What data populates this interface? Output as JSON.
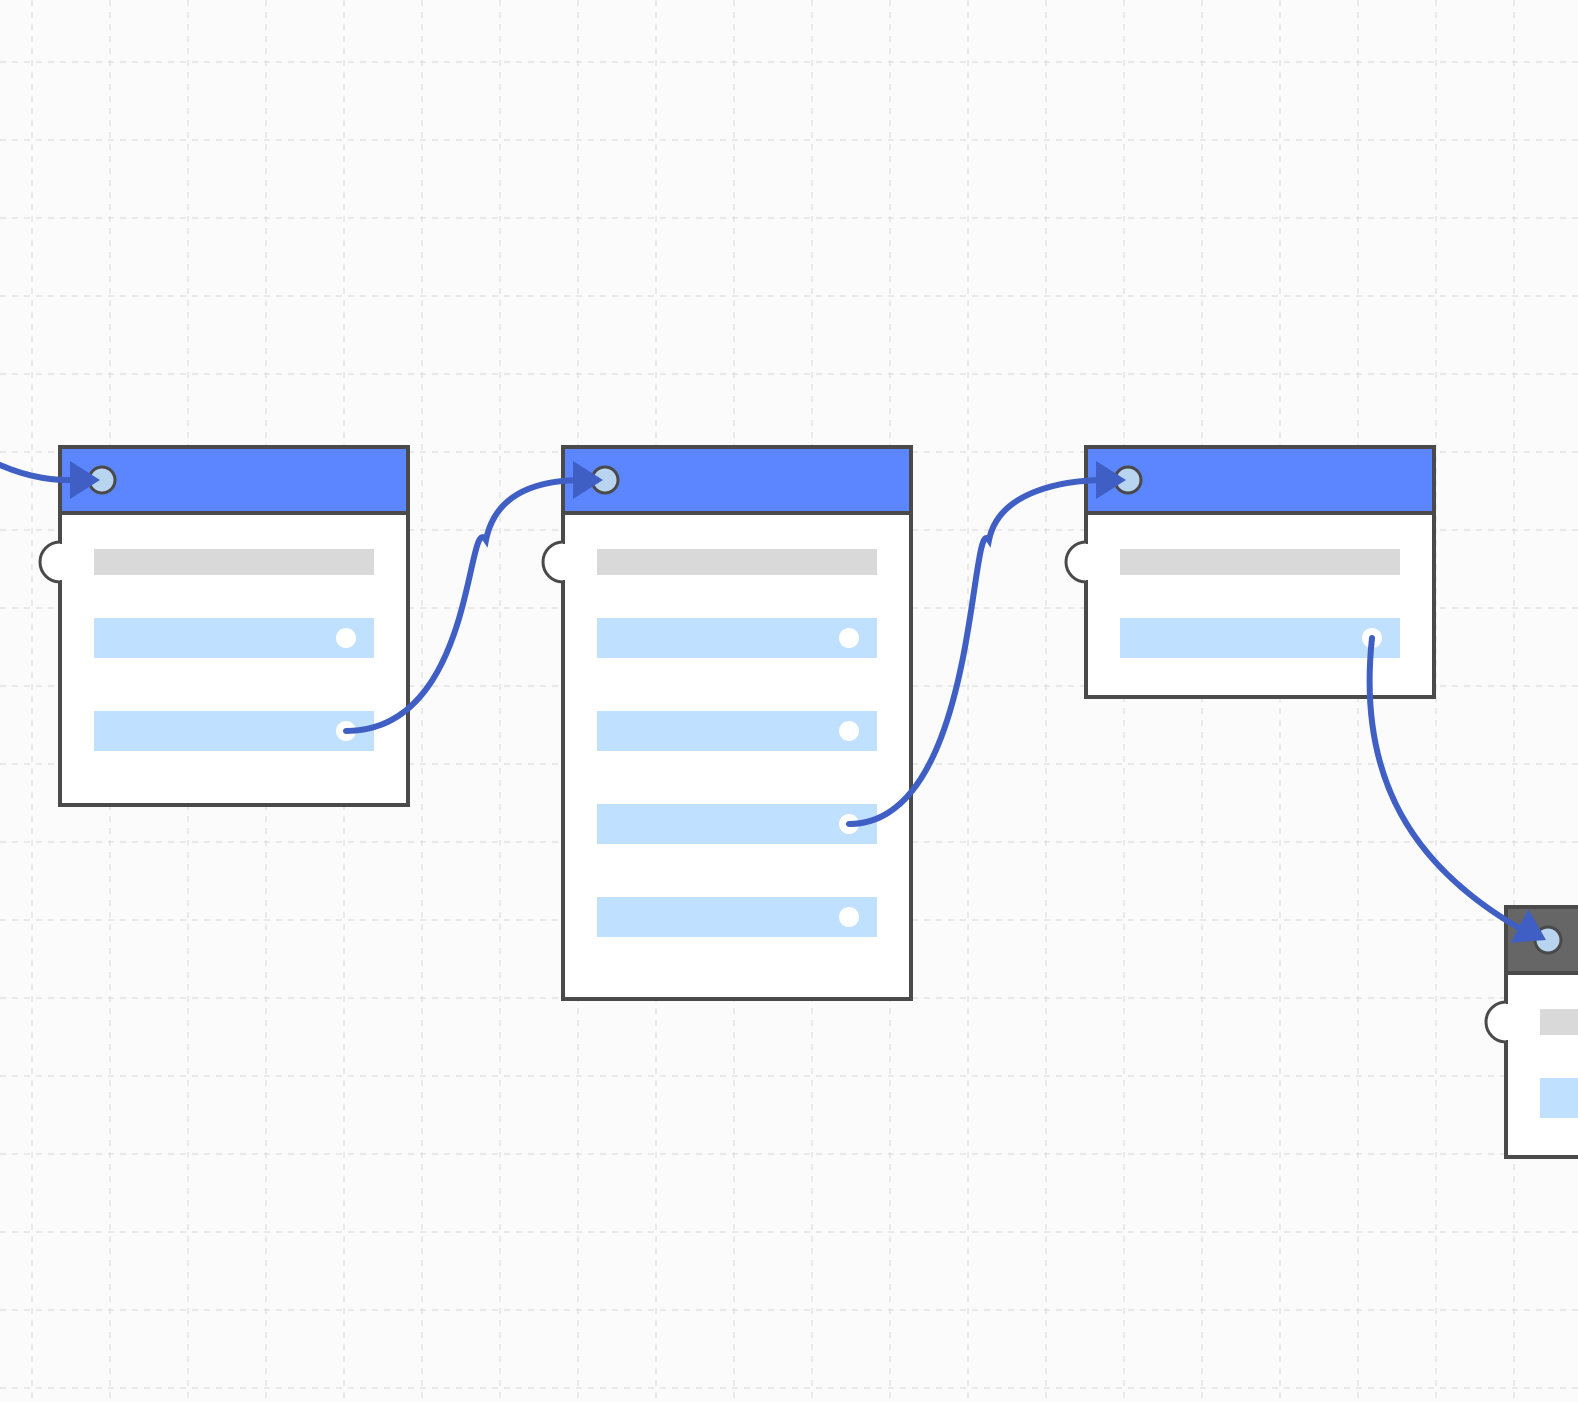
{
  "canvas": {
    "background": "#fbfbfb",
    "grid": "dashed-grid",
    "grid_color": "#dedede"
  },
  "colors": {
    "header_blue": "#5b86ff",
    "header_dark": "#666666",
    "border": "#4a4a4a",
    "placeholder_row": "#d9d9d9",
    "field_row": "#bfe0ff",
    "connector": "#3f5fc4"
  },
  "nodes": [
    {
      "id": "node-1",
      "header": "blue",
      "rows": [
        "placeholder",
        "field",
        "field"
      ]
    },
    {
      "id": "node-2",
      "header": "blue",
      "rows": [
        "placeholder",
        "field",
        "field",
        "field",
        "field"
      ]
    },
    {
      "id": "node-3",
      "header": "blue",
      "rows": [
        "placeholder",
        "field"
      ]
    },
    {
      "id": "node-4",
      "header": "dark",
      "rows": [
        "placeholder",
        "field"
      ]
    }
  ],
  "connections": [
    {
      "from": "offscreen-left",
      "to": "node-1"
    },
    {
      "from": "node-1-row-3",
      "to": "node-2"
    },
    {
      "from": "node-2-row-4",
      "to": "node-3"
    },
    {
      "from": "node-3-row-2",
      "to": "node-4"
    }
  ]
}
